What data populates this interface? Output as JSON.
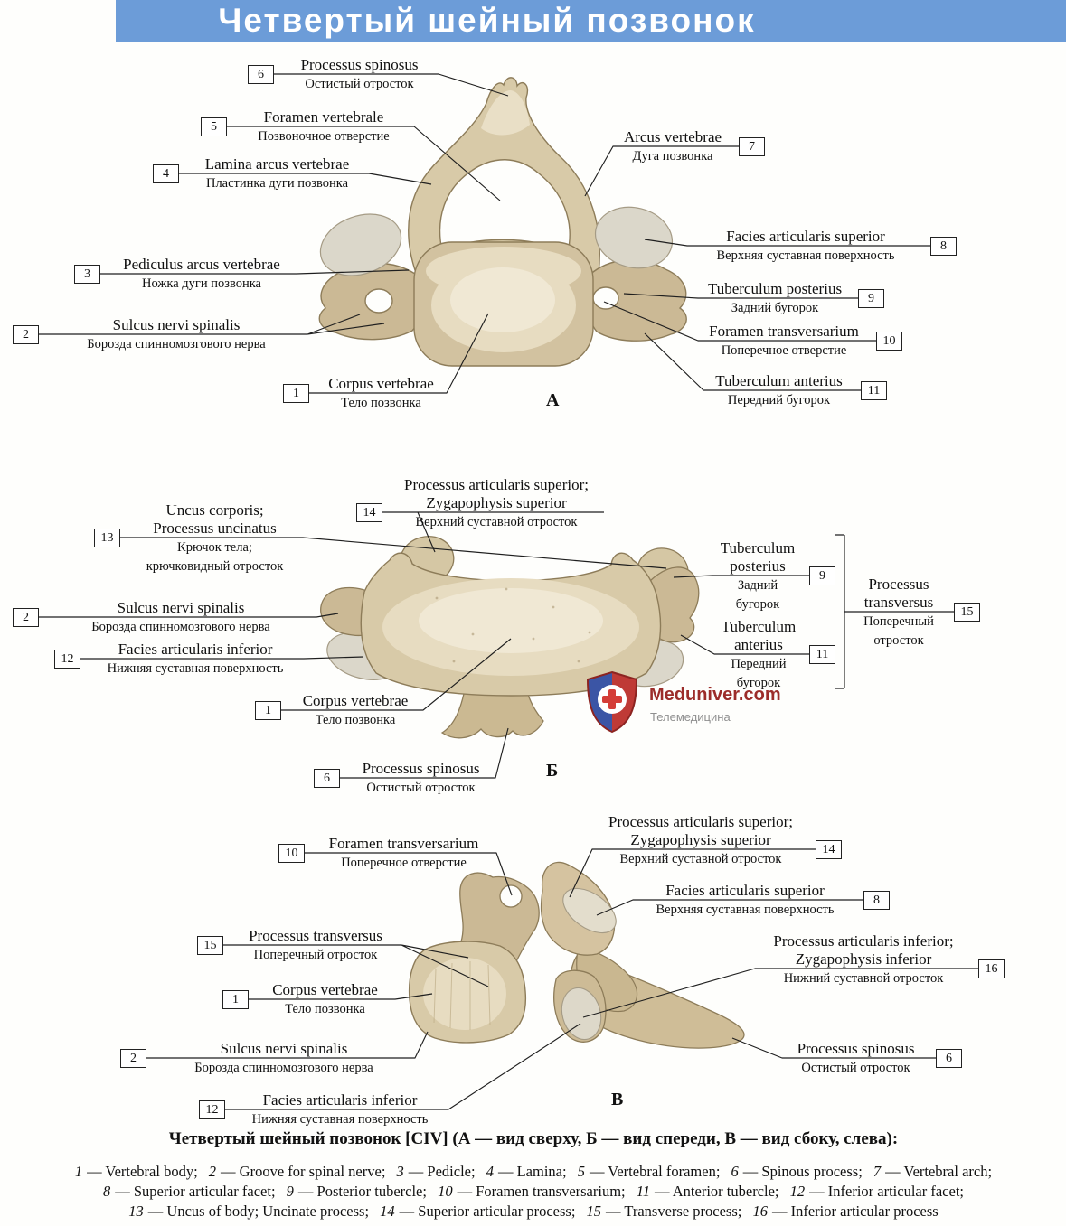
{
  "header": {
    "title": "Четвертый шейный позвонок",
    "bar_color": "#6c9cd8",
    "text_color": "#ffffff"
  },
  "watermark": {
    "brand": "Meduniver.com",
    "tagline": "Телемедицина"
  },
  "views": {
    "a": {
      "letter": "А",
      "labels": {
        "l6": {
          "num": "6",
          "latin": "Processus spinosus",
          "ru": "Остистый отросток"
        },
        "l5": {
          "num": "5",
          "latin": "Foramen vertebrale",
          "ru": "Позвоночное отверстие"
        },
        "l4": {
          "num": "4",
          "latin": "Lamina arcus vertebrae",
          "ru": "Пластинка дуги позвонка"
        },
        "l7": {
          "num": "7",
          "latin": "Arcus vertebrae",
          "ru": "Дуга позвонка"
        },
        "l8": {
          "num": "8",
          "latin": "Facies articularis superior",
          "ru": "Верхняя суставная поверхность"
        },
        "l3": {
          "num": "3",
          "latin": "Pediculus arcus vertebrae",
          "ru": "Ножка дуги позвонка"
        },
        "l9": {
          "num": "9",
          "latin": "Tuberculum posterius",
          "ru": "Задний бугорок"
        },
        "l2": {
          "num": "2",
          "latin": "Sulcus nervi spinalis",
          "ru": "Борозда спинномозгового нерва"
        },
        "l10": {
          "num": "10",
          "latin": "Foramen transversarium",
          "ru": "Поперечное отверстие"
        },
        "l1": {
          "num": "1",
          "latin": "Corpus vertebrae",
          "ru": "Тело позвонка"
        },
        "l11": {
          "num": "11",
          "latin": "Tuberculum anterius",
          "ru": "Передний бугорок"
        }
      }
    },
    "b": {
      "letter": "Б",
      "labels": {
        "l14": {
          "num": "14",
          "latin": "Processus articularis superior;",
          "latin2": "Zygapophysis superior",
          "ru": "Верхний суставной отросток"
        },
        "l13": {
          "num": "13",
          "latin": "Uncus corporis;",
          "latin2": "Processus uncinatus",
          "ru": "Крючок тела;",
          "ru2": "крючковидный отросток"
        },
        "l9": {
          "num": "9",
          "latin": "Tuberculum",
          "latin2": "posterius",
          "ru": "Задний",
          "ru2": "бугорок"
        },
        "l2": {
          "num": "2",
          "latin": "Sulcus nervi spinalis",
          "ru": "Борозда спинномозгового нерва"
        },
        "l11": {
          "num": "11",
          "latin": "Tuberculum",
          "latin2": "anterius",
          "ru": "Передний",
          "ru2": "бугорок"
        },
        "l15": {
          "num": "15",
          "latin": "Processus",
          "latin2": "transversus",
          "ru": "Поперечный",
          "ru2": "отросток"
        },
        "l12": {
          "num": "12",
          "latin": "Facies articularis inferior",
          "ru": "Нижняя суставная поверхность"
        },
        "l1": {
          "num": "1",
          "latin": "Corpus vertebrae",
          "ru": "Тело позвонка"
        },
        "l6": {
          "num": "6",
          "latin": "Processus spinosus",
          "ru": "Остистый отросток"
        }
      }
    },
    "v": {
      "letter": "В",
      "labels": {
        "l10": {
          "num": "10",
          "latin": "Foramen transversarium",
          "ru": "Поперечное отверстие"
        },
        "l14": {
          "num": "14",
          "latin": "Processus articularis superior;",
          "latin2": "Zygapophysis superior",
          "ru": "Верхний суставной отросток"
        },
        "l8": {
          "num": "8",
          "latin": "Facies articularis superior",
          "ru": "Верхняя суставная поверхность"
        },
        "l15": {
          "num": "15",
          "latin": "Processus transversus",
          "ru": "Поперечный отросток"
        },
        "l16": {
          "num": "16",
          "latin": "Processus articularis inferior;",
          "latin2": "Zygapophysis inferior",
          "ru": "Нижний суставной отросток"
        },
        "l1": {
          "num": "1",
          "latin": "Corpus vertebrae",
          "ru": "Тело позвонка"
        },
        "l2": {
          "num": "2",
          "latin": "Sulcus nervi spinalis",
          "ru": "Борозда спинномозгового нерва"
        },
        "l6": {
          "num": "6",
          "latin": "Processus spinosus",
          "ru": "Остистый отросток"
        },
        "l12": {
          "num": "12",
          "latin": "Facies articularis inferior",
          "ru": "Нижняя суставная поверхность"
        }
      }
    }
  },
  "caption": "Четвертый шейный позвонок [CIV] (А — вид сверху, Б — вид спереди, В — вид сбоку, слева):",
  "legend": {
    "line1": [
      {
        "n": "1",
        "t": "— Vertebral body;"
      },
      {
        "n": "2",
        "t": "— Groove for spinal nerve;"
      },
      {
        "n": "3",
        "t": "— Pedicle;"
      },
      {
        "n": "4",
        "t": "— Lamina;"
      },
      {
        "n": "5",
        "t": "— Vertebral foramen;"
      },
      {
        "n": "6",
        "t": "— Spinous process;"
      },
      {
        "n": "7",
        "t": "— Vertebral arch;"
      }
    ],
    "line2": [
      {
        "n": "8",
        "t": "— Superior articular facet;"
      },
      {
        "n": "9",
        "t": "— Posterior tubercle;"
      },
      {
        "n": "10",
        "t": "— Foramen transversarium;"
      },
      {
        "n": "11",
        "t": "— Anterior tubercle;"
      },
      {
        "n": "12",
        "t": "— Inferior articular facet;"
      }
    ],
    "line3": [
      {
        "n": "13",
        "t": "— Uncus of body; Uncinate process;"
      },
      {
        "n": "14",
        "t": "— Superior articular process;"
      },
      {
        "n": "15",
        "t": "— Transverse process;"
      },
      {
        "n": "16",
        "t": "— Inferior articular process"
      }
    ]
  }
}
